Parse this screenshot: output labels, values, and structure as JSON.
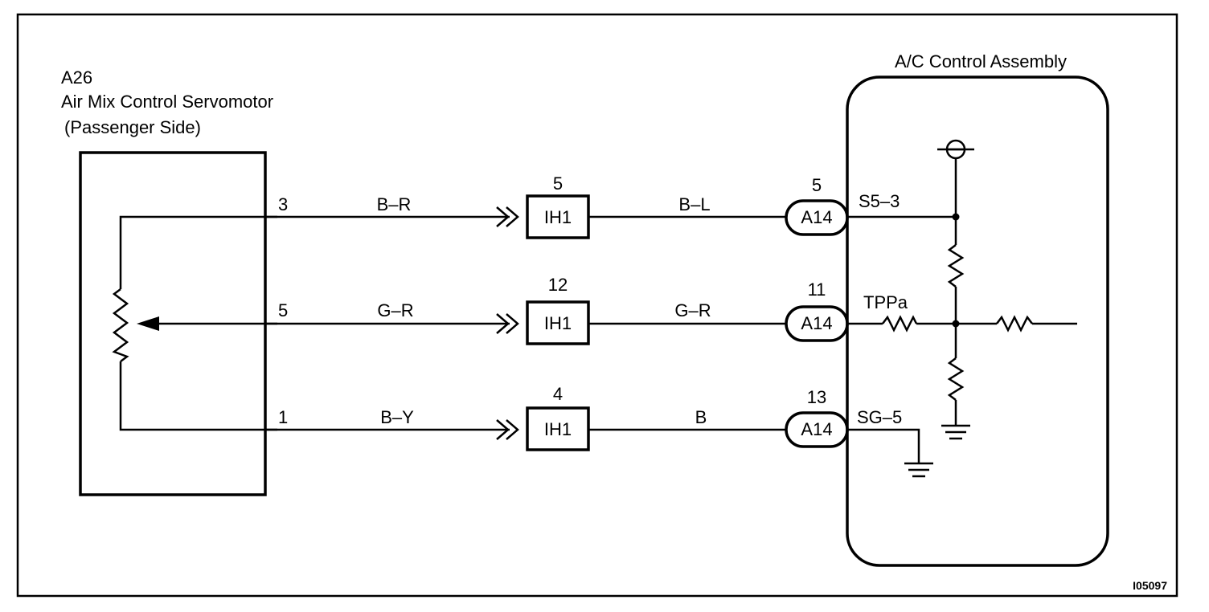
{
  "servomotor": {
    "code": "A26",
    "name": "Air Mix Control Servomotor",
    "side": "(Passenger Side)"
  },
  "control_assembly": {
    "name": "A/C Control Assembly"
  },
  "circuits": [
    {
      "motor_pin": "3",
      "wire_left": "B–R",
      "junction_pin": "5",
      "junction": "IH1",
      "wire_right": "B–L",
      "ecu_pin": "5",
      "ecu_connector": "A14",
      "terminal": "S5–3"
    },
    {
      "motor_pin": "5",
      "wire_left": "G–R",
      "junction_pin": "12",
      "junction": "IH1",
      "wire_right": "G–R",
      "ecu_pin": "11",
      "ecu_connector": "A14",
      "terminal": "TPPa"
    },
    {
      "motor_pin": "1",
      "wire_left": "B–Y",
      "junction_pin": "4",
      "junction": "IH1",
      "wire_right": "B",
      "ecu_pin": "13",
      "ecu_connector": "A14",
      "terminal": "SG–5"
    }
  ],
  "figure_id": "I05097",
  "icons": [
    "potentiometer-icon",
    "resistor-icon",
    "ground-icon",
    "power-supply-icon",
    "connector-arrow-icon"
  ]
}
